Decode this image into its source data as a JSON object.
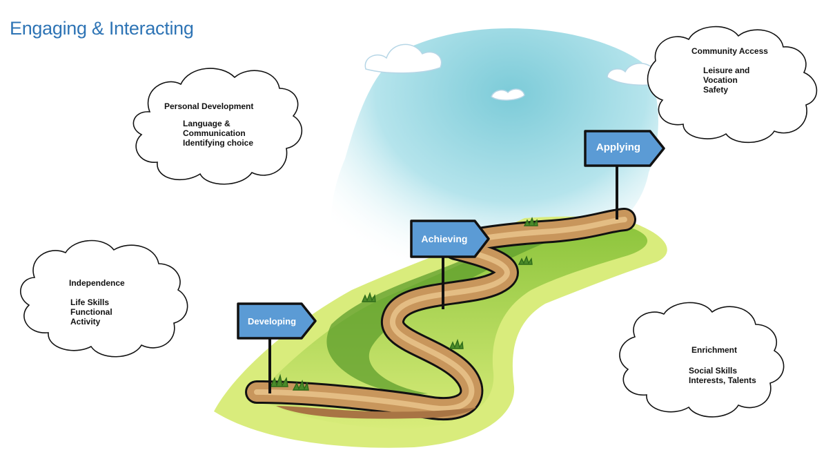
{
  "page": {
    "title": "Engaging & Interacting",
    "title_color": "#2e74b5"
  },
  "signs": [
    {
      "label": "Developing",
      "color": "#5b9bd5"
    },
    {
      "label": "Achieving",
      "color": "#5b9bd5"
    },
    {
      "label": "Applying",
      "color": "#5b9bd5"
    }
  ],
  "clouds": {
    "personal_development": {
      "heading": "Personal Development",
      "items": [
        "Language &",
        "Communication",
        "Identifying choice"
      ]
    },
    "community_access": {
      "heading": "Community Access",
      "items": [
        "Leisure and",
        "Vocation",
        "Safety"
      ]
    },
    "independence": {
      "heading": "Independence",
      "items": [
        "Life Skills",
        "Functional",
        "Activity"
      ]
    },
    "enrichment": {
      "heading": "Enrichment",
      "items": [
        "Social Skills",
        "Interests, Talents"
      ]
    }
  },
  "colors": {
    "sky": "#8fd4e0",
    "grass_light": "#c6e06a",
    "grass_dark": "#5e9e2c",
    "path": "#c8965c"
  }
}
